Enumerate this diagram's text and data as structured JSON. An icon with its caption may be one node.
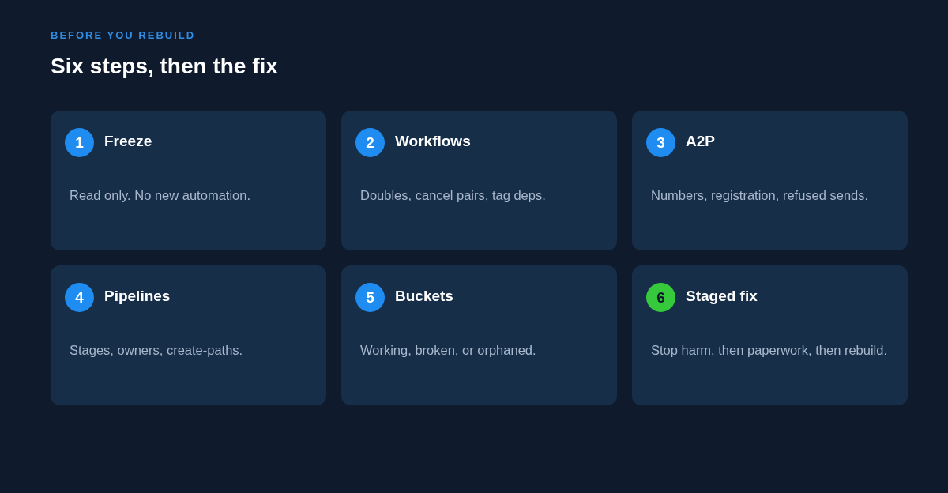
{
  "diagram": {
    "title": "Six steps, then the fix",
    "nodes": [
      {
        "text": [
          "Freeze",
          "Read only. No new automation."
        ]
      },
      {
        "text": [
          "1"
        ],
        "in": 0
      },
      {
        "text": [
          "Workflows",
          "Doubles, cancel pairs, tag deps."
        ]
      },
      {
        "text": [
          "2"
        ],
        "in": 2
      },
      {
        "text": [
          "A2P",
          "Numbers, registration, refused sends."
        ]
      },
      {
        "text": [
          "3"
        ],
        "in": 4
      },
      {
        "text": [
          "Pipelines",
          "Stages, owners, create-paths."
        ]
      },
      {
        "text": [
          "4"
        ],
        "in": 6
      },
      {
        "text": [
          "Buckets",
          "Working, broken, or orphaned."
        ]
      },
      {
        "text": [
          "5"
        ],
        "in": 8
      },
      {
        "text": [
          "Staged fix",
          "Stop harm, then paperwork, then rebuild."
        ]
      },
      {
        "text": [
          "6"
        ],
        "in": 10
      }
    ],
    "labels": [
      "BEFORE YOU REBUILD"
    ]
  }
}
